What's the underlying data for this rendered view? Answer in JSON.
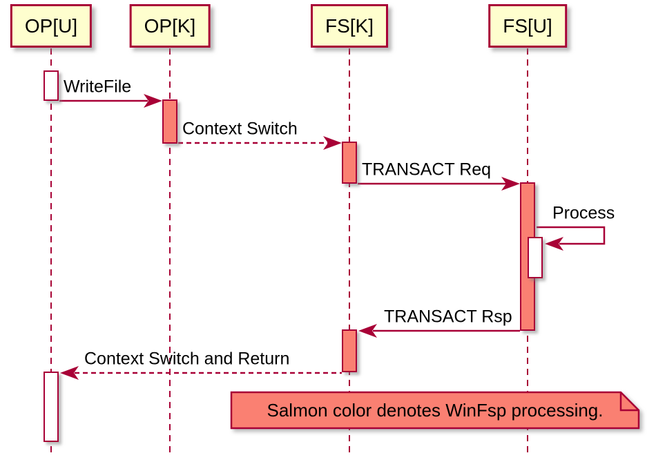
{
  "diagram": {
    "type": "sequence",
    "participants": [
      {
        "id": "opu",
        "label": "OP[U]"
      },
      {
        "id": "opk",
        "label": "OP[K]"
      },
      {
        "id": "fsk",
        "label": "FS[K]"
      },
      {
        "id": "fsu",
        "label": "FS[U]"
      }
    ],
    "messages": [
      {
        "label": "WriteFile",
        "from": "OP[U]",
        "to": "OP[K]",
        "style": "solid"
      },
      {
        "label": "Context Switch",
        "from": "OP[K]",
        "to": "FS[K]",
        "style": "dashed"
      },
      {
        "label": "TRANSACT Req",
        "from": "FS[K]",
        "to": "FS[U]",
        "style": "solid"
      },
      {
        "label": "Process",
        "from": "FS[U]",
        "to": "FS[U]",
        "style": "self"
      },
      {
        "label": "TRANSACT Rsp",
        "from": "FS[U]",
        "to": "FS[K]",
        "style": "solid"
      },
      {
        "label": "Context Switch and Return",
        "from": "FS[K]",
        "to": "OP[U]",
        "style": "dashed"
      }
    ],
    "activations": [
      {
        "participant": "OP[U]",
        "fill": "white"
      },
      {
        "participant": "OP[K]",
        "fill": "salmon"
      },
      {
        "participant": "FS[K]",
        "fill": "salmon"
      },
      {
        "participant": "FS[U]",
        "fill": "salmon"
      },
      {
        "participant": "FS[U]",
        "fill": "white"
      },
      {
        "participant": "FS[K]",
        "fill": "salmon"
      },
      {
        "participant": "OP[U]",
        "fill": "white"
      }
    ],
    "note": {
      "text": "Salmon color denotes WinFsp processing."
    },
    "colors": {
      "border": "#A80036",
      "participant_fill": "#FEFECE",
      "salmon": "#FA8072",
      "text": "#000000"
    }
  }
}
